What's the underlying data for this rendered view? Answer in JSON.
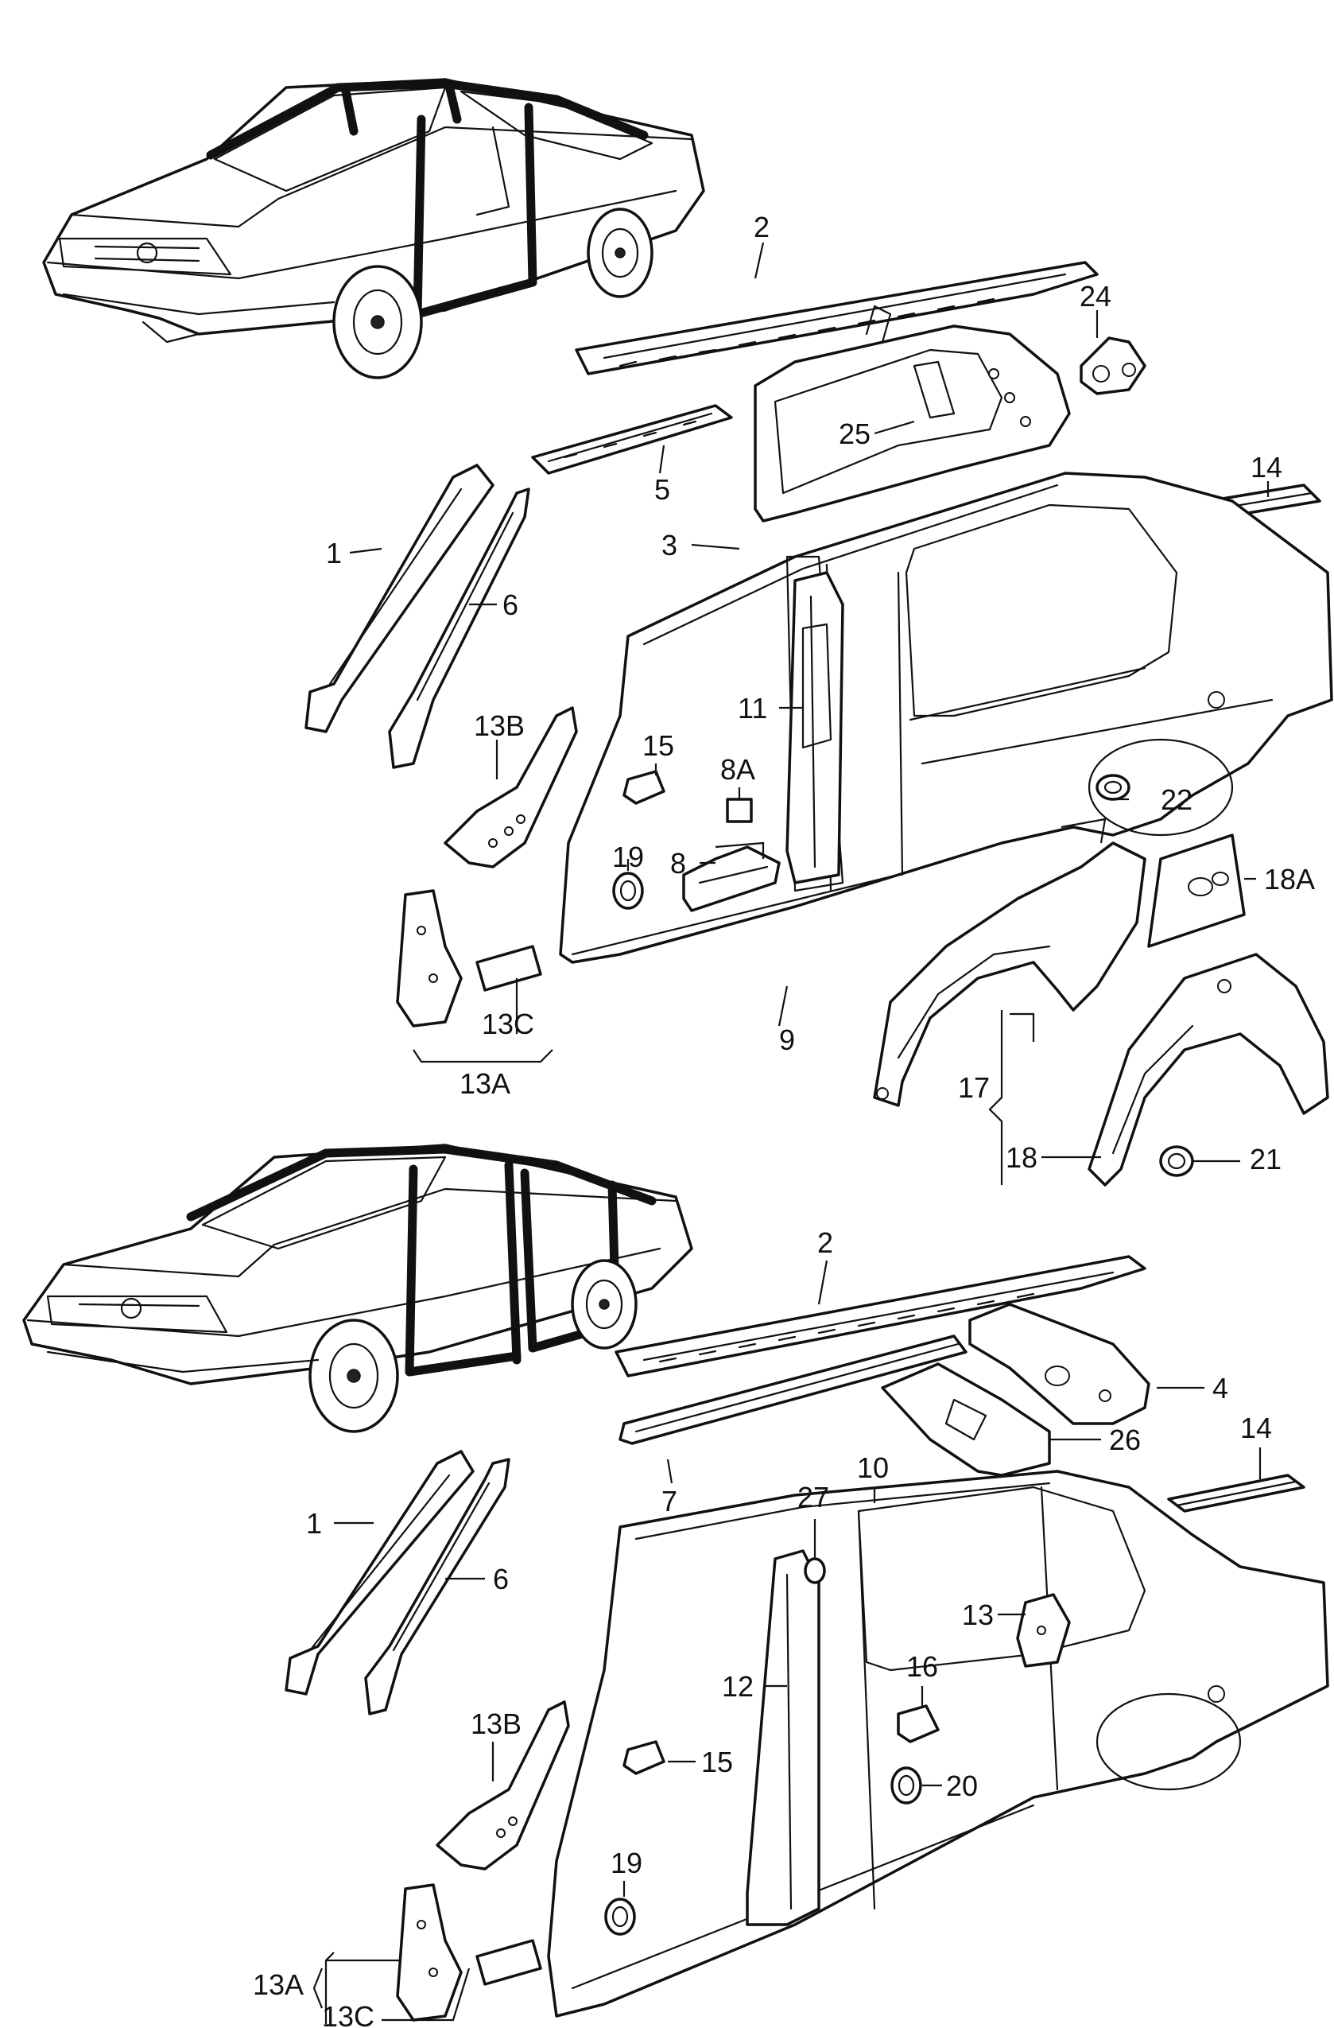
{
  "callouts_top": [
    {
      "id": "t2",
      "text": "2"
    },
    {
      "id": "t24",
      "text": "24"
    },
    {
      "id": "t25",
      "text": "25"
    },
    {
      "id": "t5",
      "text": "5"
    },
    {
      "id": "t14",
      "text": "14"
    },
    {
      "id": "t1",
      "text": "1"
    },
    {
      "id": "t3",
      "text": "3"
    },
    {
      "id": "t6",
      "text": "6"
    },
    {
      "id": "t11",
      "text": "11"
    },
    {
      "id": "t13B",
      "text": "13B"
    },
    {
      "id": "t15",
      "text": "15"
    },
    {
      "id": "t8A",
      "text": "8A"
    },
    {
      "id": "t22",
      "text": "22"
    },
    {
      "id": "t18A",
      "text": "18A"
    },
    {
      "id": "t8",
      "text": "8"
    },
    {
      "id": "t19",
      "text": "19"
    },
    {
      "id": "t9",
      "text": "9"
    },
    {
      "id": "t13C",
      "text": "13C"
    },
    {
      "id": "t13A",
      "text": "13A"
    },
    {
      "id": "t17",
      "text": "17"
    },
    {
      "id": "t18",
      "text": "18"
    },
    {
      "id": "t21",
      "text": "21"
    }
  ],
  "callouts_bottom": [
    {
      "id": "b2",
      "text": "2"
    },
    {
      "id": "b4",
      "text": "4"
    },
    {
      "id": "b26",
      "text": "26"
    },
    {
      "id": "b7",
      "text": "7"
    },
    {
      "id": "b14",
      "text": "14"
    },
    {
      "id": "b10",
      "text": "10"
    },
    {
      "id": "b27",
      "text": "27"
    },
    {
      "id": "b1",
      "text": "1"
    },
    {
      "id": "b6",
      "text": "6"
    },
    {
      "id": "b13",
      "text": "13"
    },
    {
      "id": "b12",
      "text": "12"
    },
    {
      "id": "b16",
      "text": "16"
    },
    {
      "id": "b13B",
      "text": "13B"
    },
    {
      "id": "b15",
      "text": "15"
    },
    {
      "id": "b20",
      "text": "20"
    },
    {
      "id": "b19",
      "text": "19"
    },
    {
      "id": "b13A",
      "text": "13A"
    },
    {
      "id": "b13C",
      "text": "13C"
    }
  ]
}
